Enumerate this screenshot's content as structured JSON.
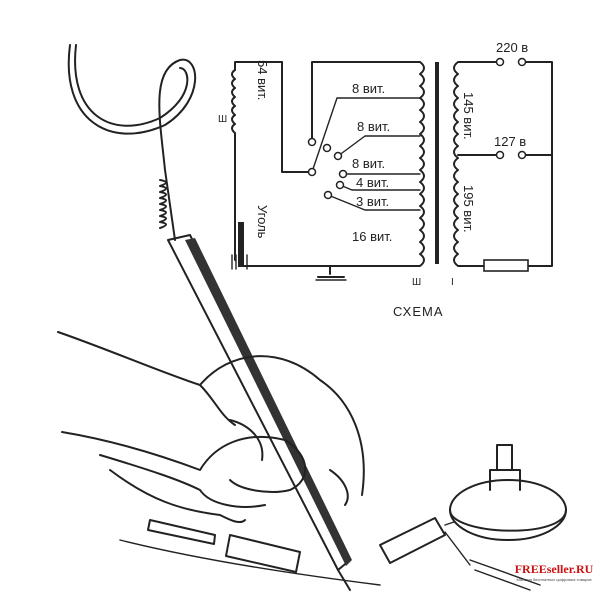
{
  "schematic": {
    "title": "СХЕМА",
    "primary_taps": [
      "8 вит.",
      "8 вит.",
      "8 вит.",
      "4 вит.",
      "3 вит.",
      "16 вит."
    ],
    "left_coil_label": "54 вит.",
    "electrode_label": "Уголь",
    "secondary_upper_label": "145 вит.",
    "secondary_lower_label": "195 вит.",
    "voltage_high": "220 в",
    "voltage_low": "127 в",
    "mark_left": "Ш",
    "mark_core_left": "Ш",
    "mark_core_right": "I"
  },
  "watermark": {
    "brand": "FREEseller.RU",
    "tagline": "Магазин бесплатных цифровых товаров",
    "brand_color": "#cc1111"
  }
}
